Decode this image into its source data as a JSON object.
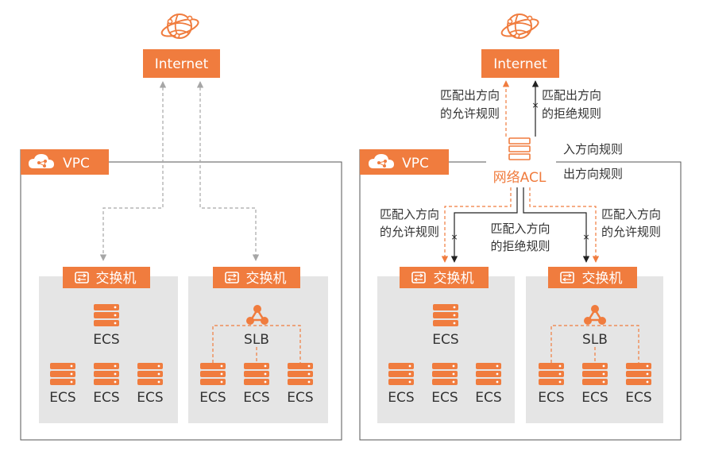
{
  "left": {
    "internet_label": "Internet",
    "vpc_label": "VPC",
    "switch1_label": "交换机",
    "switch2_label": "交换机",
    "ecs_top_label": "ECS",
    "slb_label": "SLB",
    "ecs_labels_sw1": [
      "ECS",
      "ECS",
      "ECS"
    ],
    "ecs_labels_sw2": [
      "ECS",
      "ECS",
      "ECS"
    ]
  },
  "right": {
    "internet_label": "Internet",
    "vpc_label": "VPC",
    "acl_label": "网络ACL",
    "legend_inbound": "入方向规则",
    "legend_outbound": "出方向规则",
    "out_allow": [
      "匹配出方向",
      "的允许规则"
    ],
    "out_deny": [
      "匹配出方向",
      "的拒绝规则"
    ],
    "in_allow_left": [
      "匹配入方向",
      "的允许规则"
    ],
    "in_deny_mid": [
      "匹配入方向",
      "的拒绝规则"
    ],
    "in_allow_right": [
      "匹配入方向",
      "的允许规则"
    ],
    "switch1_label": "交换机",
    "switch2_label": "交换机",
    "ecs_top_label": "ECS",
    "slb_label": "SLB",
    "ecs_labels_sw1": [
      "ECS",
      "ECS",
      "ECS"
    ],
    "ecs_labels_sw2": [
      "ECS",
      "ECS",
      "ECS"
    ]
  },
  "colors": {
    "orange": "#f07c3e",
    "gray_panel": "#e5e5e5",
    "dashed_gray": "#a6a6a6",
    "text": "#333333"
  },
  "icons": {
    "internet": "globe-icon",
    "vpc": "cloud-icon",
    "switch": "switch-icon",
    "server": "server-icon",
    "slb": "slb-icon",
    "acl": "acl-server-icon"
  }
}
